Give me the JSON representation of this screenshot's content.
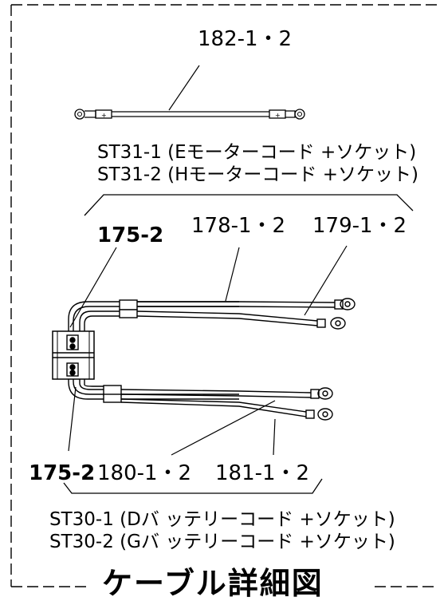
{
  "diagram": {
    "title": "ケーブル詳細図",
    "top_cable": {
      "part_number": "182-1・2",
      "descriptions": [
        "ST31-1 (Eモーターコード +ソケット)",
        "ST31-2 (Hモーターコード +ソケット)"
      ]
    },
    "harness": {
      "clip_top": "175-2",
      "cable_a": "178-1・2",
      "cable_b": "179-1・2",
      "clip_bottom": "175-2",
      "cable_c": "180-1・2",
      "cable_d": "181-1・2",
      "descriptions": [
        "ST30-1 (Dバ ッテリーコード +ソケット)",
        "ST30-2 (Gバ ッテリーコード +ソケット)"
      ]
    }
  }
}
